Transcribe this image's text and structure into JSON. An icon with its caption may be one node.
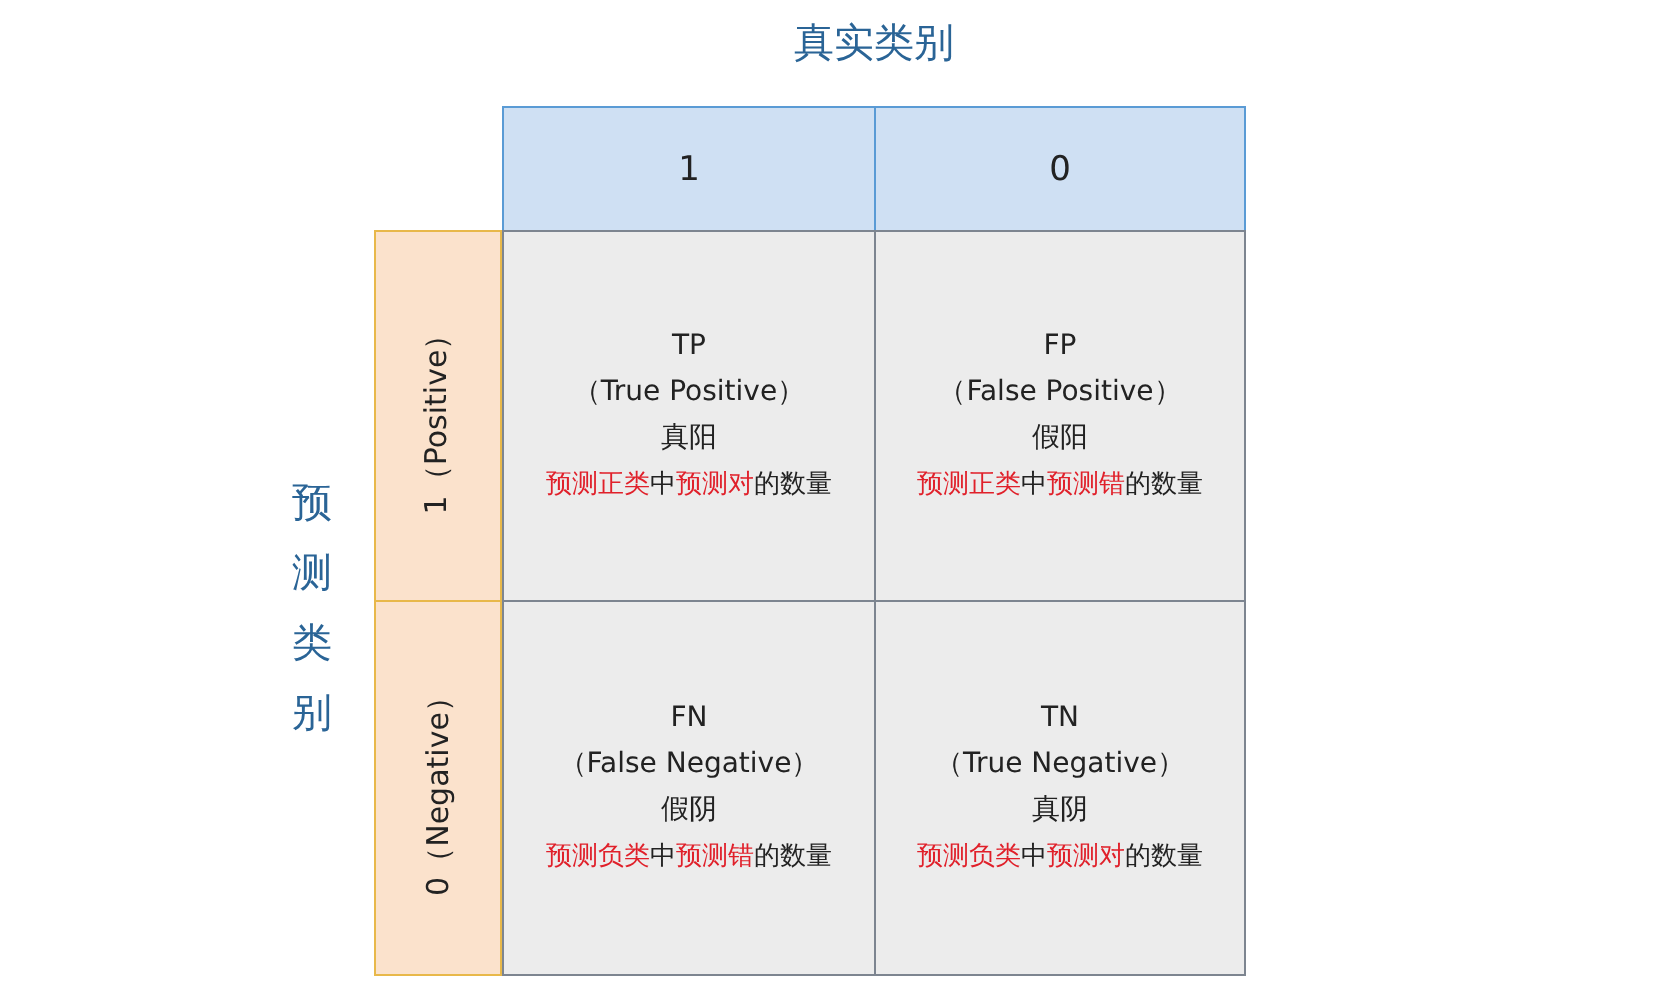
{
  "diagram": {
    "nodes": [
      {
        "text": [
          "1"
        ]
      },
      {
        "text": [
          "0"
        ]
      },
      {
        "text": [
          "1（Positive）"
        ]
      },
      {
        "text": [
          "0（Negative）"
        ]
      },
      {
        "text": [
          "TP",
          "（True Positive）",
          "真阳",
          "**预测正类**中**预测对**的数量"
        ]
      },
      {
        "text": [
          "FP",
          "（False Positive）",
          "假阳",
          "**预测正类**中**预测错**的数量"
        ]
      },
      {
        "text": [
          "FN",
          "（False Negative）",
          "假阴",
          "**预测负类**中**预测错**的数量"
        ]
      },
      {
        "text": [
          "TN",
          "（True Negative）",
          "真阴",
          "**预测负类**中**预测对**的数量"
        ]
      }
    ],
    "labels": [
      "真实类别",
      "预测类别"
    ]
  }
}
